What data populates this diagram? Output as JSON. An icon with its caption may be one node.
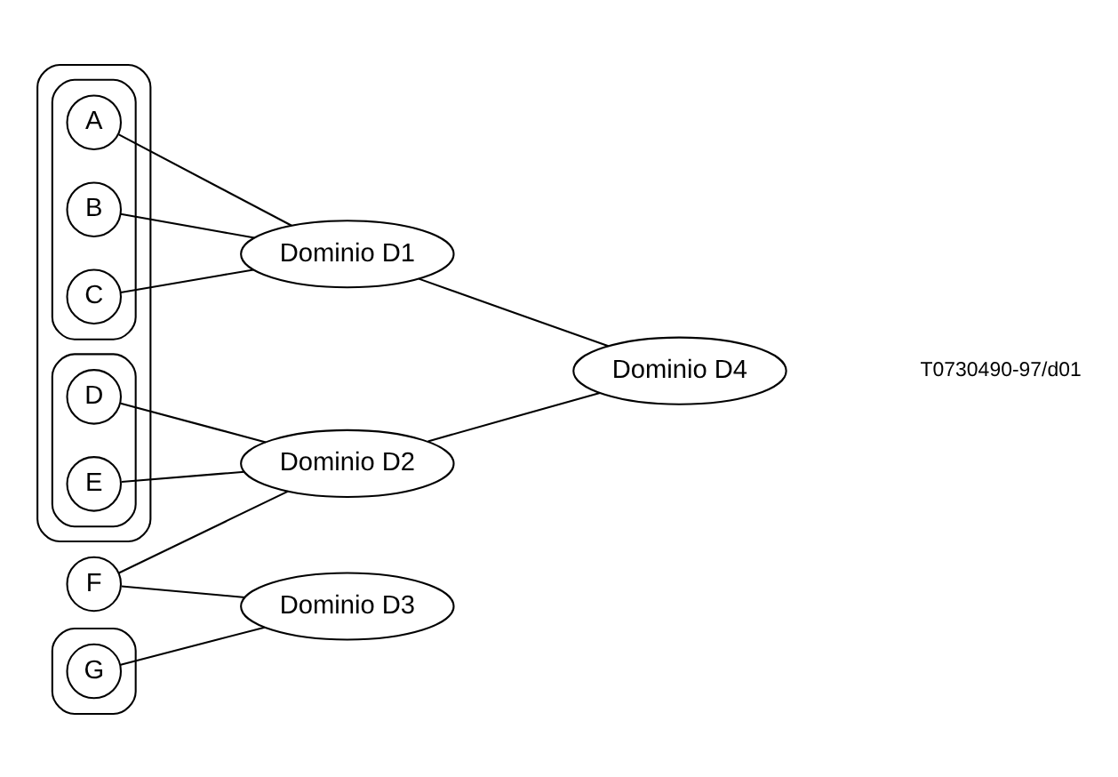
{
  "diagram": {
    "nodes": [
      {
        "text": [],
        "shape": "ellipse"
      },
      {
        "text": [],
        "shape": "ellipse",
        "in": 0
      },
      {
        "text": [
          "A"
        ],
        "in": 1
      },
      {
        "text": [
          "B"
        ],
        "in": 1
      },
      {
        "text": [
          "C"
        ],
        "in": 1
      },
      {
        "text": [],
        "shape": "ellipse",
        "in": 0
      },
      {
        "text": [
          "D"
        ],
        "in": 5
      },
      {
        "text": [
          "E"
        ],
        "in": 5
      },
      {
        "text": [
          "F"
        ]
      },
      {
        "text": [],
        "shape": "ellipse"
      },
      {
        "text": [
          "G"
        ],
        "in": 9
      },
      {
        "text": [
          "Dominio D1"
        ]
      },
      {
        "text": [
          "Dominio D4"
        ]
      },
      {
        "text": [
          "Dominio D2"
        ]
      },
      {
        "text": [
          "Dominio D3"
        ]
      }
    ],
    "edges": [
      {
        "from": 2,
        "to": 11,
        "arrow": "none"
      },
      {
        "from": 3,
        "to": 11,
        "arrow": "none"
      },
      {
        "from": 4,
        "to": 11,
        "arrow": "none"
      },
      {
        "from": 11,
        "to": 12,
        "arrow": "none"
      },
      {
        "from": 6,
        "to": 13,
        "arrow": "none"
      },
      {
        "from": 7,
        "to": 13,
        "arrow": "none"
      },
      {
        "from": 8,
        "to": 13,
        "arrow": "none"
      },
      {
        "from": 13,
        "to": 12,
        "arrow": "none"
      },
      {
        "from": 8,
        "to": 14,
        "arrow": "none"
      },
      {
        "from": 10,
        "to": 14,
        "arrow": "none"
      }
    ],
    "labels": [
      "T0730490-97/d01"
    ]
  }
}
